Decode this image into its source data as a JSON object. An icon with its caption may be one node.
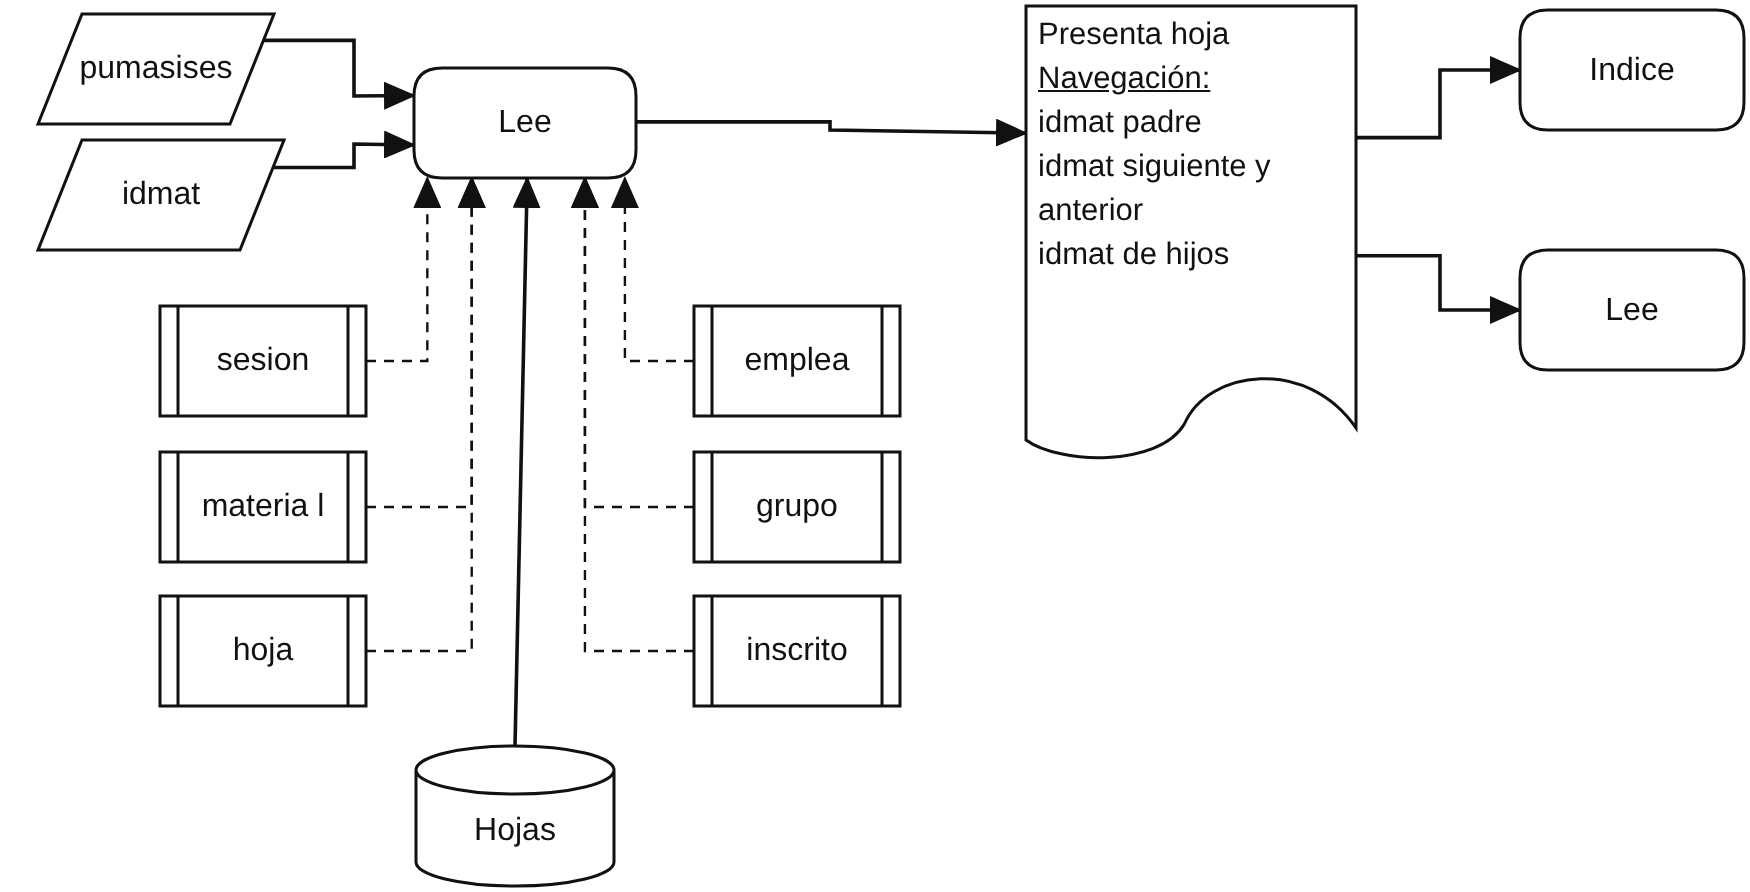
{
  "diagram": {
    "nodes": [
      {
        "text": [
          "pumasises"
        ]
      },
      {
        "text": [
          "idmat"
        ]
      },
      {
        "text": [
          "Lee"
        ]
      },
      {
        "text": [
          "sesion"
        ]
      },
      {
        "text": [
          "materia l"
        ]
      },
      {
        "text": [
          "hoja"
        ]
      },
      {
        "text": [
          "emplea"
        ]
      },
      {
        "text": [
          "grupo"
        ]
      },
      {
        "text": [
          "inscrito"
        ]
      },
      {
        "text": [
          "Hojas"
        ]
      },
      {
        "text": [
          "Presenta hoja",
          "Navegación:",
          "idmat padre",
          "idmat siguiente y anterior",
          "idmat de hijos"
        ]
      },
      {
        "text": [
          "Indice"
        ]
      },
      {
        "text": [
          "Lee"
        ]
      }
    ],
    "edges": [
      {
        "from": 0,
        "to": 2,
        "arrow": "to"
      },
      {
        "from": 1,
        "to": 2,
        "arrow": "to"
      },
      {
        "from": 3,
        "to": 2,
        "arrow": "to",
        "style": "dashed"
      },
      {
        "from": 4,
        "to": 2,
        "arrow": "to",
        "style": "dashed"
      },
      {
        "from": 5,
        "to": 2,
        "arrow": "to",
        "style": "dashed"
      },
      {
        "from": 9,
        "to": 2,
        "arrow": "to"
      },
      {
        "from": 8,
        "to": 2,
        "arrow": "to",
        "style": "dashed"
      },
      {
        "from": 7,
        "to": 2,
        "arrow": "to",
        "style": "dashed"
      },
      {
        "from": 6,
        "to": 2,
        "arrow": "to",
        "style": "dashed"
      },
      {
        "from": 2,
        "to": 10,
        "arrow": "to"
      },
      {
        "from": 10,
        "to": 11,
        "arrow": "to"
      },
      {
        "from": 10,
        "to": 12,
        "arrow": "to"
      }
    ]
  }
}
